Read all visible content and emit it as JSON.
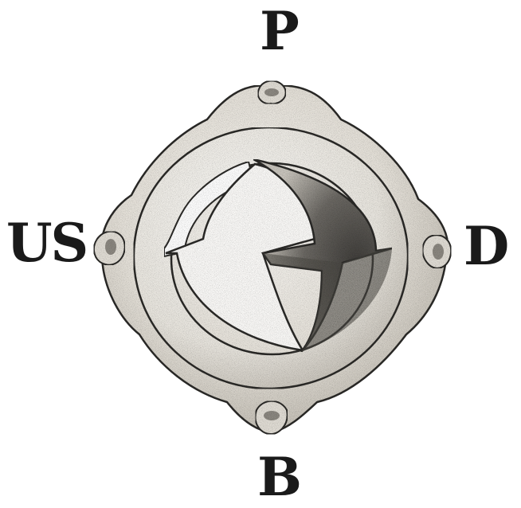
{
  "labels": {
    "top": "P",
    "bottom": "B",
    "left": "US",
    "right": "D"
  },
  "colors": {
    "ink": "#1a1a1a",
    "stone_light": "#f1efea",
    "stone_mid": "#cfcbc3",
    "stone_dark": "#4a4844",
    "background": "#ffffff"
  }
}
